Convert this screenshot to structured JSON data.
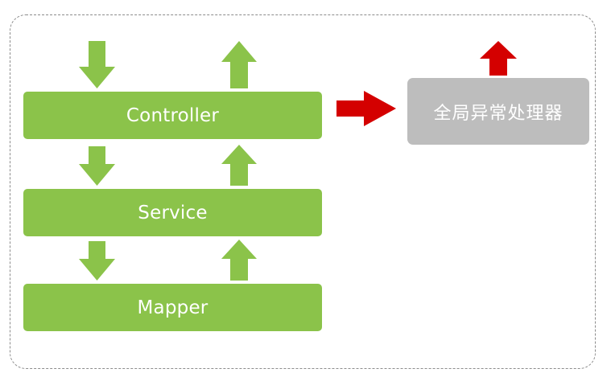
{
  "layers": {
    "controller": "Controller",
    "service": "Service",
    "mapper": "Mapper"
  },
  "exception_handler": "全局异常处理器",
  "colors": {
    "layer": "#8bc34a",
    "arrow_green": "#8bc34a",
    "arrow_red": "#d40000",
    "handler": "#bdbdbd"
  }
}
